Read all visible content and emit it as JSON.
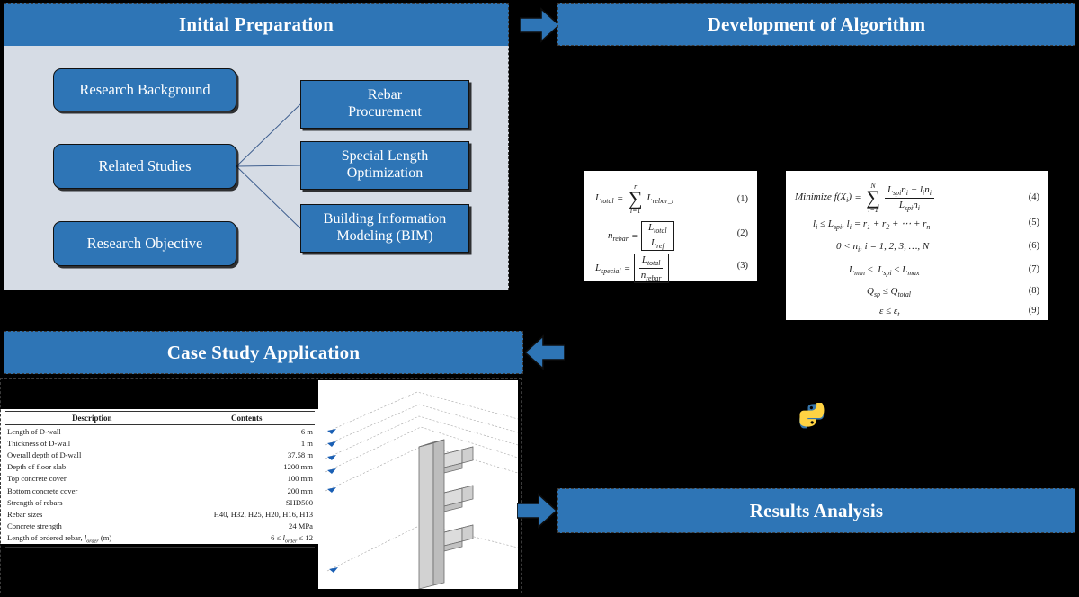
{
  "colors": {
    "background": "#000000",
    "banner_blue": "#2E75B6",
    "box_blue": "#2E75B6",
    "panel_bg": "#D6DCE5",
    "panel_text": "#FFFFFF",
    "python_blue": "#3776AB",
    "python_yellow": "#FFD343"
  },
  "stages": {
    "initial_preparation": {
      "title": "Initial Preparation",
      "left_boxes": [
        {
          "label": "Research Background"
        },
        {
          "label": "Related Studies"
        },
        {
          "label": "Research Objective"
        }
      ],
      "right_boxes": [
        {
          "line1": "Rebar",
          "line2": "Procurement"
        },
        {
          "line1": "Special Length",
          "line2": "Optimization"
        },
        {
          "line1": "Building Information",
          "line2": "Modeling (BIM)"
        }
      ]
    },
    "development_of_algorithm": {
      "title": "Development of Algorithm",
      "equation_box_1": {
        "equations": [
          {
            "number": "(1)",
            "lhs": "L",
            "lhs_sub": "total",
            "text": "L_total = sum(i=1..r) L_rebar_i"
          },
          {
            "number": "(2)",
            "lhs": "n",
            "lhs_sub": "rebar",
            "text": "n_rebar = ceil(L_total / L_ref)"
          },
          {
            "number": "(3)",
            "lhs": "L",
            "lhs_sub": "special",
            "text": "L_special = ceil(L_total / n_rebar)"
          }
        ]
      },
      "equation_box_2": {
        "equations": [
          {
            "number": "(4)",
            "text": "Minimize f(X_i) = sum(i=1..N) (L_spi*n_i - l_i*n_i) / (L_spi*n_i)"
          },
          {
            "number": "(5)",
            "text": "l_i <= L_spi, l_i = r_1 + r_2 + ... + r_n"
          },
          {
            "number": "(6)",
            "text": "0 < n_i, i = 1, 2, 3, ..., N"
          },
          {
            "number": "(7)",
            "text": "L_min <= L_spi <= L_max"
          },
          {
            "number": "(8)",
            "text": "Q_sp <= Q_total"
          },
          {
            "number": "(9)",
            "text": "epsilon <= epsilon_t"
          }
        ]
      },
      "tool_icon": "python-logo-icon"
    },
    "case_study_application": {
      "title": "Case Study Application",
      "table": {
        "columns": [
          "Description",
          "Contents"
        ],
        "rows": [
          {
            "description": "Length of D-wall",
            "contents": "6 m"
          },
          {
            "description": "Thickness of D-wall",
            "contents": "1 m"
          },
          {
            "description": "Overall depth of D-wall",
            "contents": "37.58 m"
          },
          {
            "description": "Depth of floor slab",
            "contents": "1200 mm"
          },
          {
            "description": "Top concrete cover",
            "contents": "100 mm"
          },
          {
            "description": "Bottom concrete cover",
            "contents": "200 mm"
          },
          {
            "description": "Strength of rebars",
            "contents": "SHD500"
          },
          {
            "description": "Rebar sizes",
            "contents": "H40, H32, H25, H20, H16, H13"
          },
          {
            "description": "Concrete strength",
            "contents": "24 MPa"
          },
          {
            "description": "Length of ordered rebar, l_order (m)",
            "contents": "6 ≤ l_order ≤ 12"
          }
        ]
      },
      "model_image": "bim-3d-wall-model"
    },
    "results_analysis": {
      "title": "Results Analysis"
    }
  },
  "arrows": [
    {
      "name": "arrow-initial-to-development",
      "direction": "right"
    },
    {
      "name": "arrow-development-to-case-study",
      "direction": "left"
    },
    {
      "name": "arrow-case-study-to-results",
      "direction": "right"
    }
  ]
}
